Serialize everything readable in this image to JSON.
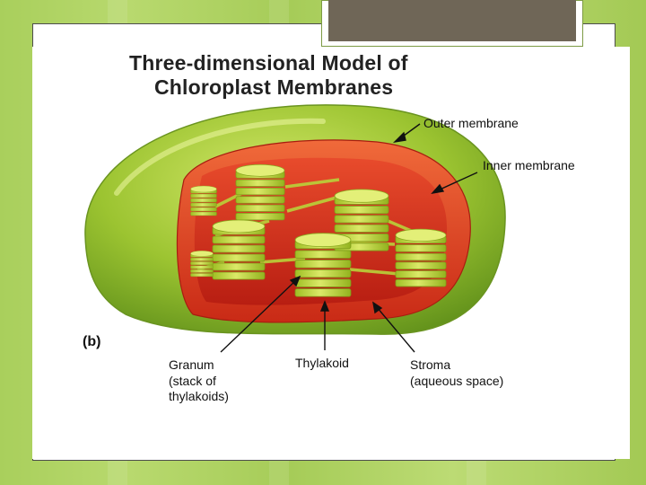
{
  "figure": {
    "title_line1": "Three-dimensional Model of",
    "title_line2": "Chloroplast Membranes",
    "panel_letter": "(b)"
  },
  "labels": {
    "outer_membrane": "Outer membrane",
    "inner_membrane": "Inner membrane",
    "granum": "Granum\n(stack of\nthylakoids)",
    "thylakoid": "Thylakoid",
    "stroma": "Stroma\n(aqueous space)"
  },
  "colors": {
    "outer_membrane": "#8dba2c",
    "inner_membrane": "#e2462a",
    "stroma": "#d8321c",
    "granum": "#c9dc3e",
    "title_placeholder": "#6f6657"
  }
}
